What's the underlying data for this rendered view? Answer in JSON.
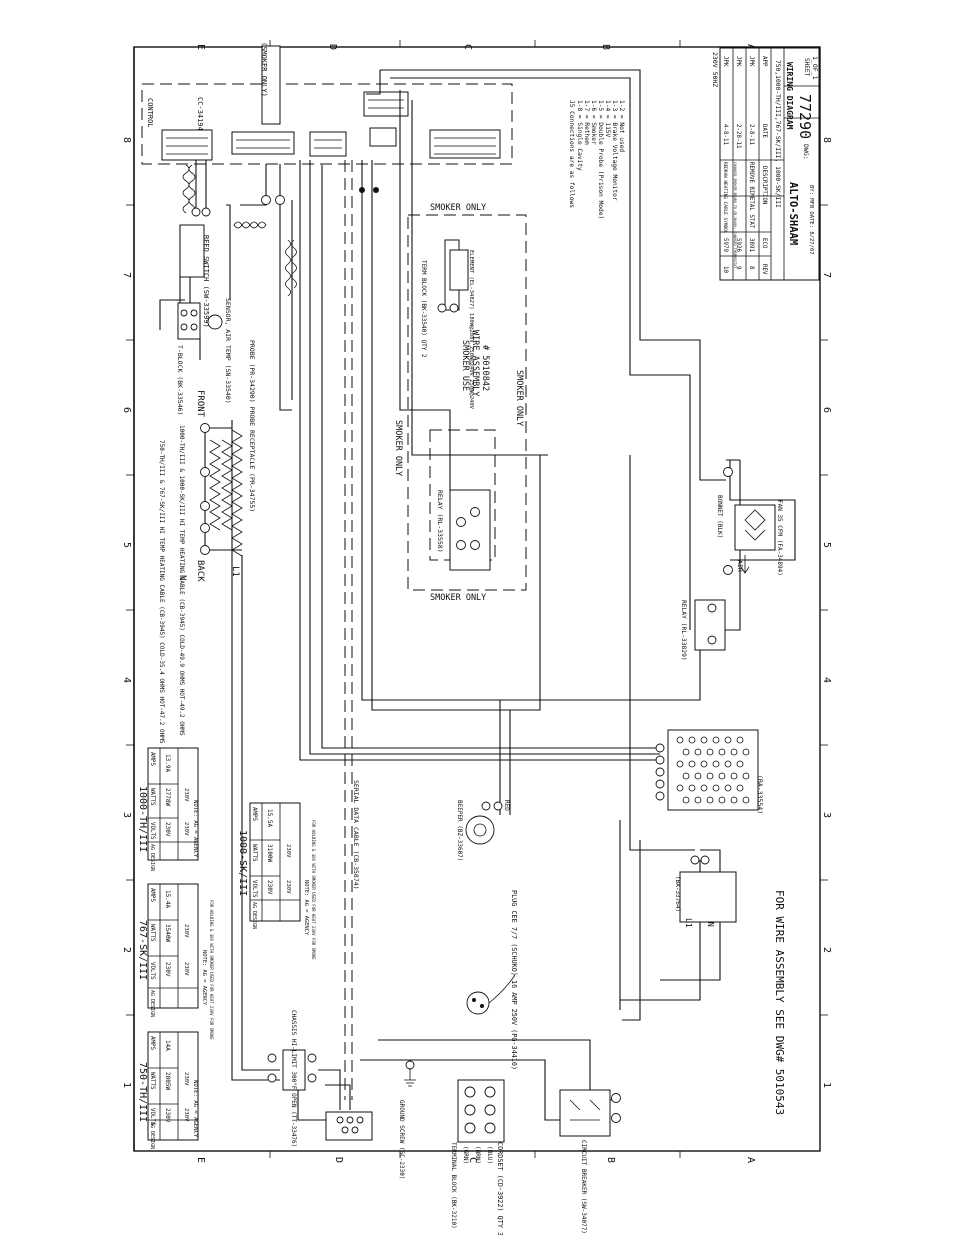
{
  "frame": {
    "row_letters": [
      "E",
      "D",
      "C",
      "B",
      "A"
    ],
    "column_numbers": [
      "1",
      "2",
      "3",
      "4",
      "5",
      "6",
      "7",
      "8"
    ]
  },
  "title_block": {
    "company": "ALTO-SHAAM",
    "title": "WIRING DIAGRAM",
    "dwg_label": "DWG:",
    "dwg_number": "77290",
    "sheet_label": "SHEET",
    "sheet": "1_OF_1",
    "model": "750,1000-TH/III,767-SK/III, 1000-SK/III",
    "drawn": "BY: MFB DATE: 8/27/07",
    "voltage": "230V 50HZ",
    "header": {
      "rev": "REV",
      "eco": "ECO",
      "description": "DESCRIPTION",
      "date": "DATE",
      "app": "APP"
    },
    "revisions": [
      {
        "rev": "8",
        "eco": "3891",
        "description": "REMOVE BIMETAL STAT",
        "date": "2-8-11",
        "app": "JPK"
      },
      {
        "rev": "9",
        "eco": "5926",
        "description": "CHANGED SMOKER BOARD TO CB-36404; CHANGED THERMOSTAT",
        "date": "2-28-11",
        "app": "JPK"
      },
      {
        "rev": "10",
        "eco": "5979",
        "description": "REDRAW HEATING CABLE SYMBOL",
        "date": "4-8-11",
        "app": "JPK"
      }
    ]
  },
  "j5_notes": {
    "heading": "J5 Connections are as follows",
    "lines": [
      "1-8 = Single Cavity",
      "1-7 = Rethem",
      "1-6 = Smoker",
      "1-5 = Double Probe (Prison Mode)",
      "1-4 = 115V",
      "1-3 = Brake Voltage Monitor",
      "1-2 = Not used"
    ]
  },
  "components": {
    "control": "CONTROL",
    "control_pn": "CC-34194",
    "smoker_only_flag": "(SMOKER ONLY)",
    "reed_switch": "REED SWITCH (SW-33599)",
    "sensor_air_temp": "SENSOR, AIR TEMP (SN-33540)",
    "t_block": "T-BLOCK (BK-33546)",
    "probe_receptacle": "PROBE (PR-34290) PROBE RECEPTACLE (PR-34755)",
    "front": "FRONT",
    "back": "BACK",
    "neutral": "N",
    "line1": "L1",
    "heating_cable_1": "750-TH/III & 767-SK/III HI TEMP HEATING CABLE (CB-3945) COLD-35.4 OHMS HOT-47.2 OHMS",
    "heating_cable_2": "1000-TH/III & 1000-SK/III HI TEMP HEATING CABLE (CB-3945) COLD-49.9 OHMS HOT-49.2 OHMS",
    "smoker_only_top": "SMOKER ONLY",
    "smoker_only_left": "SMOKER ONLY",
    "smoker_only_right": "SMOKER ONLY",
    "smoker_only_bottom": "SMOKER ONLY",
    "smoker_assembly_l1": "SMOKER USE",
    "smoker_assembly_l2": "WIRE ASSEMBLY",
    "smoker_assembly_l3": "# 5010842",
    "term_block": "TERM BLOCK (BK-33540) QTY 2",
    "element": "ELEMENT (EL-34827) 180W@208V 250W@240V 250W@240V",
    "relay_smoker": "RELAY (RL-33558)",
    "relay_fan": "RELAY (RL-33829)",
    "fan": "FAN 35 CFM (FA-34894)",
    "air_flow": "AIR",
    "bonnet_black": "BONNET (BLK)",
    "board": "(BA-33554)",
    "serial_data_cable": "SERIAL DATA CABLE (CB-35874)",
    "buzzer": "BEEPER (BZ-33607)",
    "red": "RED",
    "plug": "PLUG CEE 7/7 (SCHUKO) 16 AMP 250V (PG-34410)",
    "chassis_hi_limit": "CHASSIS HI-LIMIT 300°F OPEN (TT-33476)",
    "transformer": "(BA-33764)",
    "ground_screw": "GROUND SCREW (SC-2330)",
    "terminal_block": "TERMINAL BLOCK (BK-3210)",
    "cordset": "CORDSET (CD-3922) QTY 3 (CK-3428)",
    "grn": "(GRN)",
    "brn": "(BRN)",
    "blu": "(BLU)",
    "circuit_breaker": "CIRCUIT BREAKER (SW-34077)",
    "wire_assembly_note": "FOR WIRE ASSEMBLY SEE DWG# 5010543"
  },
  "tables": [
    {
      "name": "750-TH/III",
      "header": [
        "VOLTS",
        "WATTS",
        "AMPS"
      ],
      "row": [
        "230V",
        "2805W",
        "14A"
      ],
      "design_label": "AG DESIGN",
      "design_row": [
        "230V",
        "230V"
      ],
      "note": "NOTE: AG = AGENCY"
    },
    {
      "name": "767-SK/III",
      "header": [
        "VOLTS",
        "WATTS",
        "AMPS"
      ],
      "row": [
        "230V",
        "3540W",
        "15.4A"
      ],
      "design_label": "AG DESIGN",
      "design_row": [
        "230V",
        "230V"
      ],
      "note": "NOTE: AG = AGENCY",
      "sub_note": "FOR HOLDING & 300 WITH SMOKER USED FOR HEAT 230V FOR SMOKE"
    },
    {
      "name": "1000-TH/III",
      "header": [
        "VOLTS",
        "WATTS",
        "AMPS"
      ],
      "row": [
        "230V",
        "2778W",
        "13.9A"
      ],
      "design_label": "AG DESIGN",
      "design_row": [
        "230V",
        "230V"
      ],
      "note": "NOTE: AG = AGENCY"
    },
    {
      "name": "1000-SK/III",
      "header": [
        "VOLTS",
        "WATTS",
        "AMPS"
      ],
      "row": [
        "230V",
        "3100W",
        "15.5A"
      ],
      "design_label": "AG DESIGN",
      "design_row": [
        "230V",
        "230V"
      ],
      "note": "NOTE: AG = AGENCY",
      "sub_note": "FOR HOLDING & 300 WITH SMOKER USED FOR HEAT 230V FOR SMOKE"
    }
  ]
}
